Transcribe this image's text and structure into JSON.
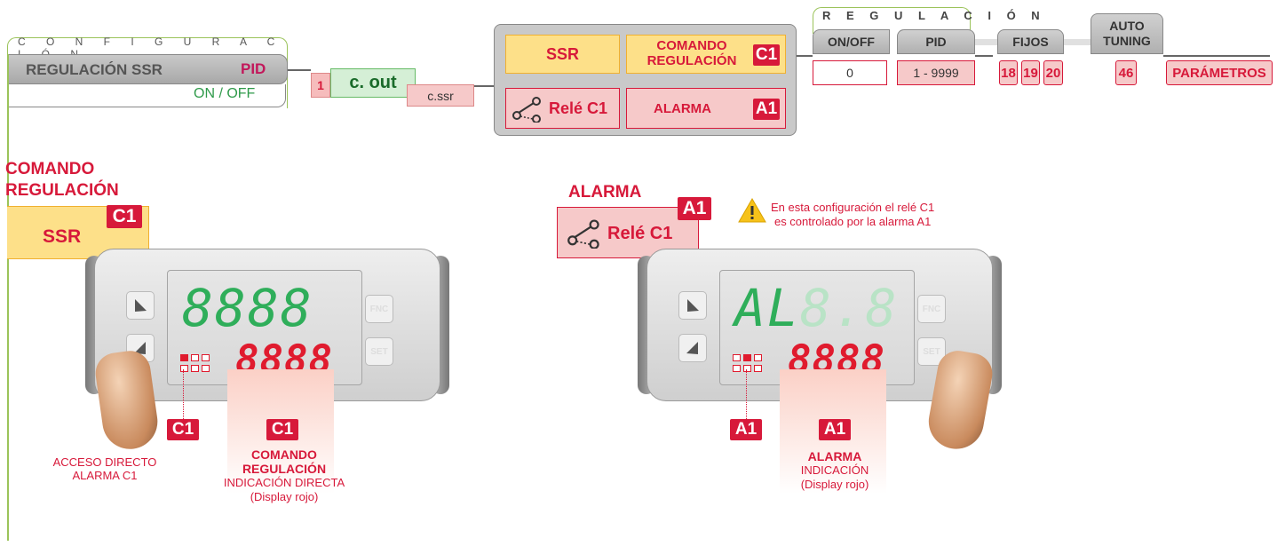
{
  "config": {
    "title": "C O N F I G U R A C I Ó N",
    "mode": "REGULACIÓN SSR",
    "type": "PID",
    "onoff": "ON / OFF"
  },
  "output": {
    "number": "1",
    "label": "c. out",
    "value": "c.ssr"
  },
  "assign": {
    "ssr": "SSR",
    "command_l1": "COMANDO",
    "command_l2": "REGULACIÓN",
    "c1": "C1",
    "relay": "Relé C1",
    "alarm": "ALARMA",
    "a1": "A1"
  },
  "regulation": {
    "title": "R E G U L A C I Ó N",
    "onoff_tab": "ON/OFF",
    "pid_tab": "PID",
    "fixed_tab": "FIJOS",
    "auto_l1": "AUTO",
    "auto_l2": "TUNING",
    "onoff_value": "0",
    "pid_range": "1 - 9999",
    "fixed_params": [
      "18",
      "19",
      "20"
    ],
    "auto_param": "46",
    "params_label": "PARÁMETROS"
  },
  "left_panel": {
    "heading_l1": "COMANDO",
    "heading_l2": "REGULACIÓN",
    "ssr": "SSR",
    "c1": "C1",
    "display_top": "8888",
    "display_bottom": "8888",
    "btn_fnc": "FNC",
    "btn_set": "SET",
    "led_label": "C1",
    "led_note_l1": "ACCESO DIRECTO",
    "led_note_l2": "ALARMA C1",
    "ind_badge": "C1",
    "ind_l1": "COMANDO",
    "ind_l2": "REGULACIÓN",
    "ind_l3": "INDICACIÓN DIRECTA",
    "ind_l4": "(Display rojo)"
  },
  "right_panel": {
    "heading": "ALARMA",
    "a1": "A1",
    "relay": "Relé C1",
    "warning_l1": "En esta configuración el relé C1",
    "warning_l2": "es controlado por la alarma A1",
    "display_top_on": "AL",
    "display_top_dim": "8.8",
    "display_bottom": "8888",
    "btn_fnc": "FNC",
    "btn_set": "SET",
    "led_label": "A1",
    "ind_badge": "A1",
    "ind_l1": "ALARMA",
    "ind_l2": "INDICACIÓN",
    "ind_l3": "(Display rojo)"
  },
  "colors": {
    "accent_red": "#d7193a",
    "display_green": "#2fae5a",
    "display_red": "#e01b2e",
    "ssr_yellow": "#fde089",
    "config_green": "#9bc35a"
  }
}
